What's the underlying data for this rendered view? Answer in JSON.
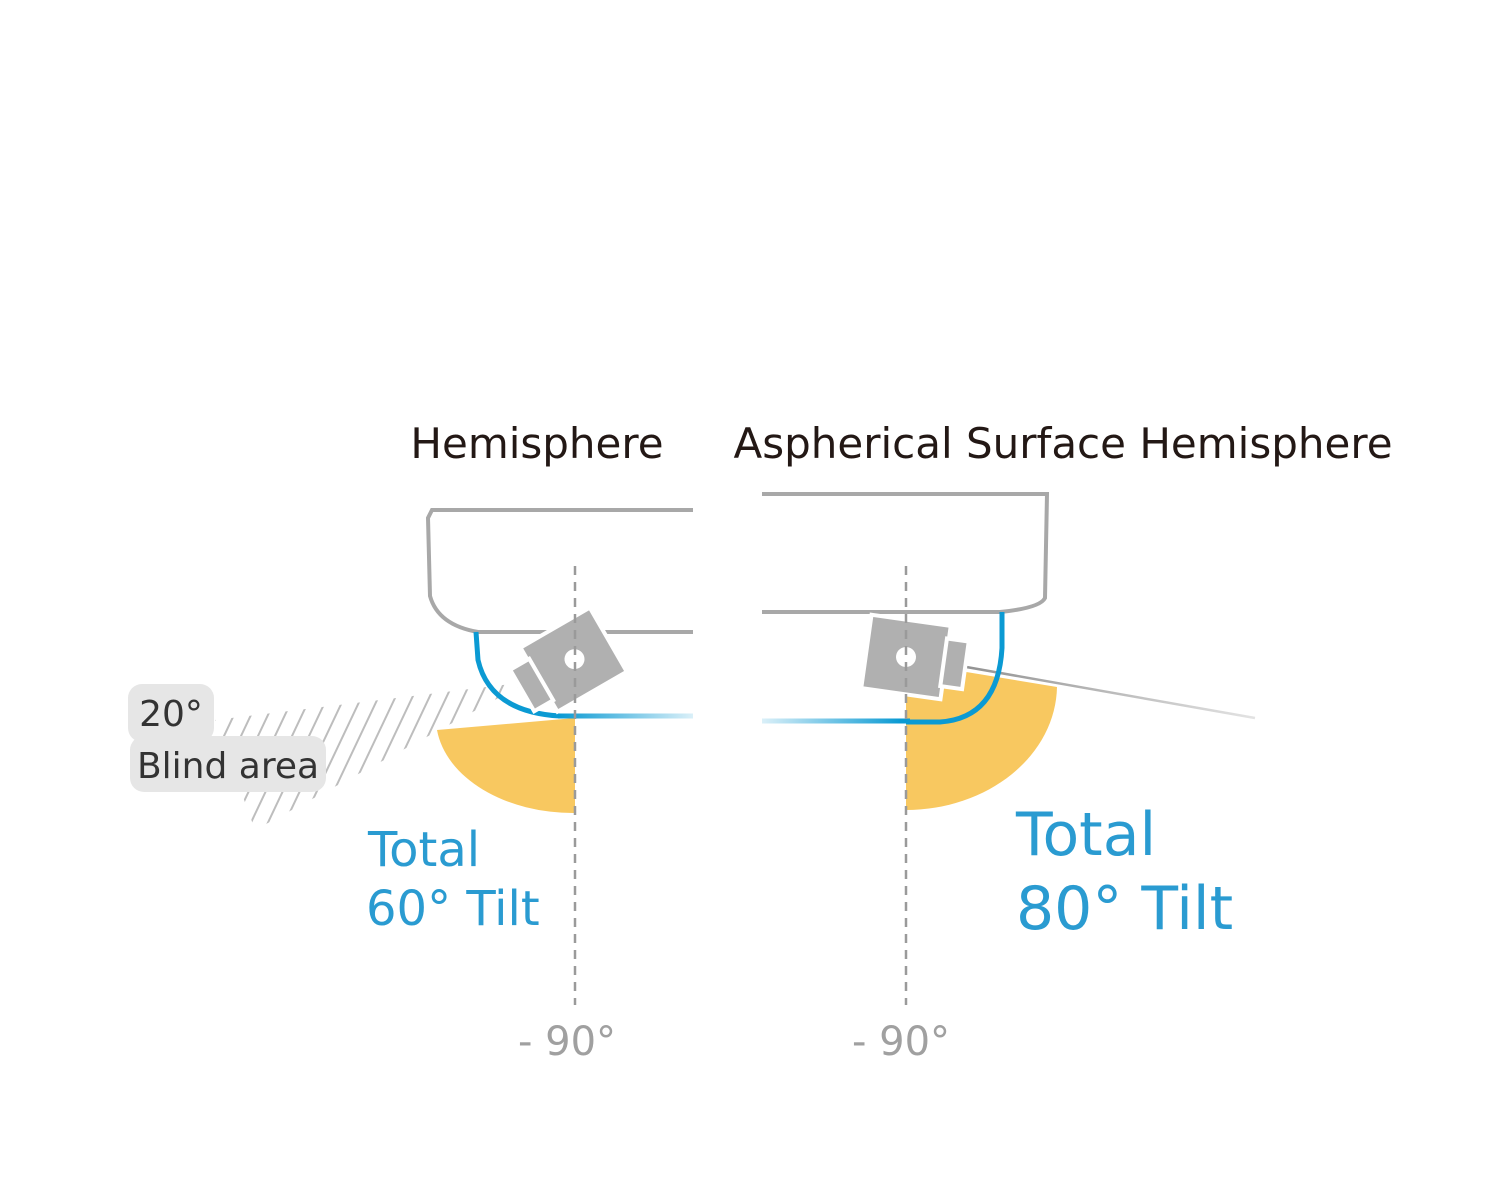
{
  "left": {
    "title": "Hemisphere",
    "blind_angle": "20°",
    "blind_label": "Blind area",
    "tilt_line1": "Total",
    "tilt_line2": "60° Tilt",
    "axis_label": "- 90°"
  },
  "right": {
    "title": "Aspherical Surface Hemisphere",
    "tilt_line1": "Total",
    "tilt_line2": "80° Tilt",
    "axis_label": "- 90°"
  },
  "colors": {
    "dome_blue": "#0b9ad3",
    "tilt_text": "#2a9bd1",
    "wedge": "#f8c860",
    "housing": "#a8a8a8",
    "camera": "#b0b0b0",
    "hatch": "#bdbdbd",
    "badge": "#e6e6e6",
    "axis": "#9a9a9a"
  }
}
